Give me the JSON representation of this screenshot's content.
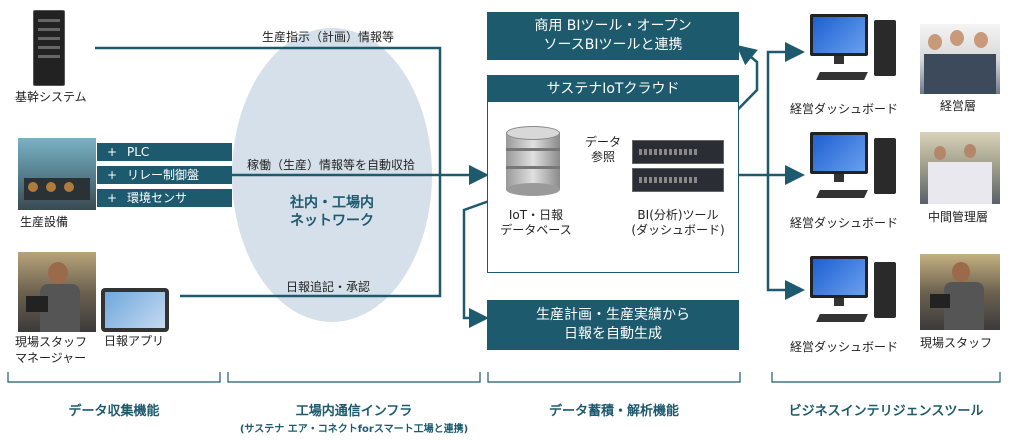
{
  "left": {
    "kikan_label": "基幹システム",
    "seisan_label": "生産設備",
    "staff_label_line1": "現場スタッフ",
    "staff_label_line2": "マネージャー",
    "app_label": "日報アプリ",
    "tags": [
      "PLC",
      "リレー制御盤",
      "環境センサ"
    ],
    "tag_prefix": "+"
  },
  "network": {
    "top_label": "生産指示（計画）情報等",
    "mid_label": "稼働（生産）情報等を自動収拾",
    "bottom_label": "日報追記・承認",
    "center_line1": "社内・工場内",
    "center_line2": "ネットワーク"
  },
  "center": {
    "bi_box_line1": "商用 BIツール・オープン",
    "bi_box_line2": "ソースBIツールと連携",
    "cloud_title": "サステナIoTクラウド",
    "ref_line1": "データ",
    "ref_line2": "参照",
    "db_line1": "IoT・日報",
    "db_line2": "データベース",
    "bi_tool_line1": "BI(分析)ツール",
    "bi_tool_line2": "(ダッシュボード)",
    "report_line1": "生産計画・生産実績から",
    "report_line2": "日報を自動生成"
  },
  "right": {
    "dash1": "経営ダッシュボード",
    "dash2": "経営ダッシュボード",
    "dash3": "経営ダッシュボード",
    "role1": "経営層",
    "role2": "中間管理層",
    "role3": "現場スタッフ"
  },
  "footer": {
    "cat1": "データ収集機能",
    "cat2": "工場内通信インフラ",
    "cat2_sub": "(サステナ エア・コネクトforスマート工場と連携)",
    "cat3": "データ蓄積・解析機能",
    "cat4": "ビジネスインテリジェンスツール"
  },
  "colors": {
    "teal": "#1d5a6e",
    "ellipse": "#d6e0ea"
  }
}
